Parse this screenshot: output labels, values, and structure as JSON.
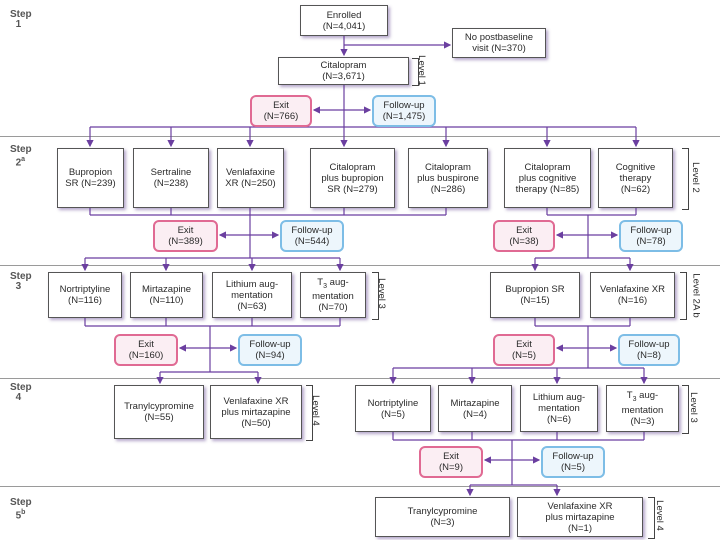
{
  "steps": {
    "s1": {
      "label": "Step",
      "num": "1",
      "sup": ""
    },
    "s2": {
      "label": "Step",
      "num": "2",
      "sup": "a"
    },
    "s3": {
      "label": "Step",
      "num": "3",
      "sup": ""
    },
    "s4": {
      "label": "Step",
      "num": "4",
      "sup": ""
    },
    "s5": {
      "label": "Step",
      "num": "5",
      "sup": "b"
    }
  },
  "levels": {
    "l1": "Level 1",
    "l2": "Level 2",
    "l3": "Level 3",
    "l2ab": "Level 2A",
    "l2ab_sup": "b",
    "l4": "Level 4",
    "r3": "Level 3",
    "r4": "Level 4"
  },
  "boxes": {
    "enrolled": "Enrolled\n(N=4,041)",
    "no_postbaseline": "No postbaseline\nvisit (N=370)",
    "citalopram": "Citalopram\n(N=3,671)",
    "exit1": "Exit\n(N=766)",
    "follow1": "Follow-up\n(N=1,475)",
    "bupropion": "Bupropion\nSR (N=239)",
    "sertraline": "Sertraline\n(N=238)",
    "venlafaxine": "Venlafaxine\nXR (N=250)",
    "cit_bupropion": "Citalopram\nplus bupropion\nSR (N=279)",
    "cit_buspirone": "Citalopram\nplus buspirone\n(N=286)",
    "cit_cognitive": "Citalopram\nplus cognitive\ntherapy (N=85)",
    "cognitive": "Cognitive\ntherapy\n(N=62)",
    "exit2L": "Exit\n(N=389)",
    "follow2L": "Follow-up\n(N=544)",
    "exit2R": "Exit\n(N=38)",
    "follow2R": "Follow-up\n(N=78)",
    "nortriptyline3": "Nortriptyline\n(N=116)",
    "mirtazapine3": "Mirtazapine\n(N=110)",
    "lithium3": "Lithium aug-\nmentation\n(N=63)",
    "t3_3_pre": "T",
    "t3_3_sub": "3",
    "t3_3_post": " aug-\nmentation\n(N=70)",
    "bupropion2a": "Bupropion SR\n(N=15)",
    "venlafaxine2a": "Venlafaxine XR\n(N=16)",
    "exit3L": "Exit\n(N=160)",
    "follow3L": "Follow-up\n(N=94)",
    "exit3R": "Exit\n(N=5)",
    "follow3R": "Follow-up\n(N=8)",
    "tranyl4": "Tranylcypromine\n(N=55)",
    "venmirt4": "Venlafaxine XR\nplus mirtazapine\n(N=50)",
    "nortriptyline4": "Nortriptyline\n(N=5)",
    "mirtazapine4": "Mirtazapine\n(N=4)",
    "lithium4": "Lithium aug-\nmentation\n(N=6)",
    "t3_4_pre": "T",
    "t3_4_sub": "3",
    "t3_4_post": " aug-\nmentation\n(N=3)",
    "exit4": "Exit\n(N=9)",
    "follow4": "Follow-up\n(N=5)",
    "tranyl5": "Tranylcypromine\n(N=3)",
    "venmirt5": "Venlafaxine XR\nplus mirtazapine\n(N=1)"
  },
  "colors": {
    "arrow": "#6b3fa0",
    "exit": "#e06a93",
    "follow": "#7dbde6"
  }
}
